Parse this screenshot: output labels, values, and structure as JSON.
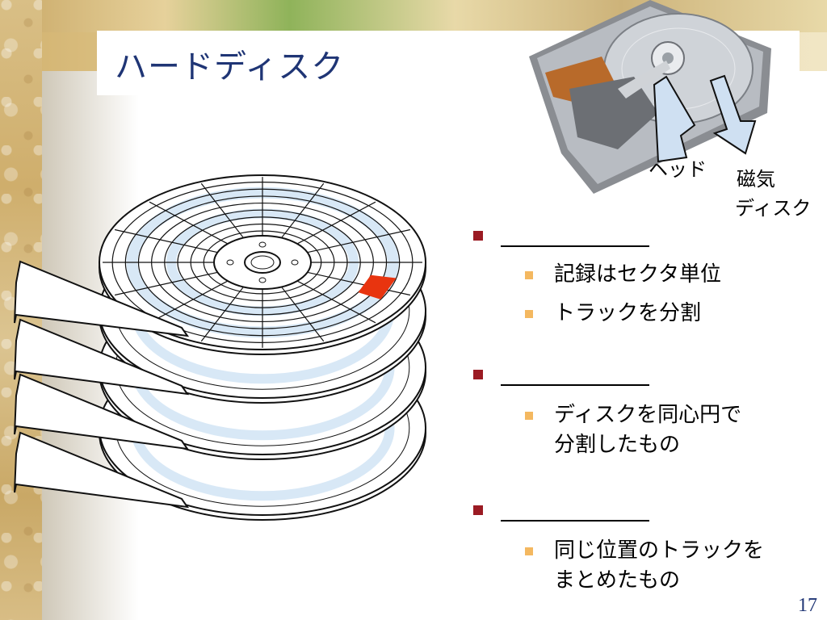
{
  "slide": {
    "title": "ハードディスク",
    "page_number": "17"
  },
  "photo": {
    "label_head": "ヘッド",
    "label_disk_line1": "磁気",
    "label_disk_line2": "ディスク"
  },
  "bullets": [
    {
      "blank": "",
      "subs": [
        "記録はセクタ単位",
        "トラックを分割"
      ]
    },
    {
      "blank": "",
      "subs": [
        "ディスクを同心円で",
        "分割したもの"
      ]
    },
    {
      "blank": "",
      "subs": [
        "同じ位置のトラックを",
        "まとめたもの"
      ]
    }
  ],
  "colors": {
    "title": "#1f3575",
    "bullet_level1": "#9b1b23",
    "bullet_level2": "#f4b860",
    "sector_highlight": "#e8340f",
    "track_band": "#d8e8f6"
  }
}
